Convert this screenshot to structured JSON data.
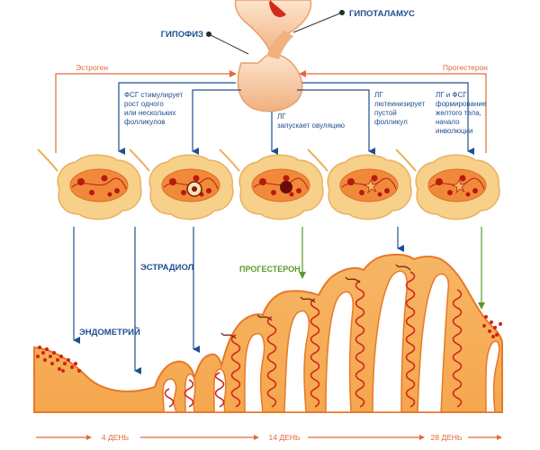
{
  "labels": {
    "hypothalamus": "ГИПОТАЛАМУС",
    "pituitary": "ГИПОФИЗ",
    "estrogen_feedback": "Эстроген",
    "progesterone_feedback": "Прогестерон",
    "estradiol": "ЭСТРАДИОЛ",
    "progesterone": "ПРОГЕСТЕРОН",
    "endometrium": "ЭНДОМЕТРИЙ"
  },
  "hormone_notes": [
    [
      "ФСГ стимулирует",
      "рост одного",
      "или нескольких",
      "фолликулов"
    ],
    [
      "ЛГ",
      "запускает овуляцию"
    ],
    [
      "ЛГ",
      "лютеинизирует",
      "пустой",
      "фолликул"
    ],
    [
      "ЛГ и ФСГ",
      "формирование",
      "желтого тела,",
      "начало",
      "инволюции"
    ]
  ],
  "timeline": [
    "4 ДЕНЬ",
    "14 ДЕНЬ",
    "28 ДЕНЬ"
  ],
  "colors": {
    "arrow_blue": "#1f4f8f",
    "arrow_green": "#5a9a2a",
    "feedback_red": "#e06a3a",
    "gland": "#f4c49a",
    "tissue": "#f0a050",
    "tissue_dark": "#e8782a",
    "vessel": "#d0281c",
    "ovary": "#f5c070"
  }
}
